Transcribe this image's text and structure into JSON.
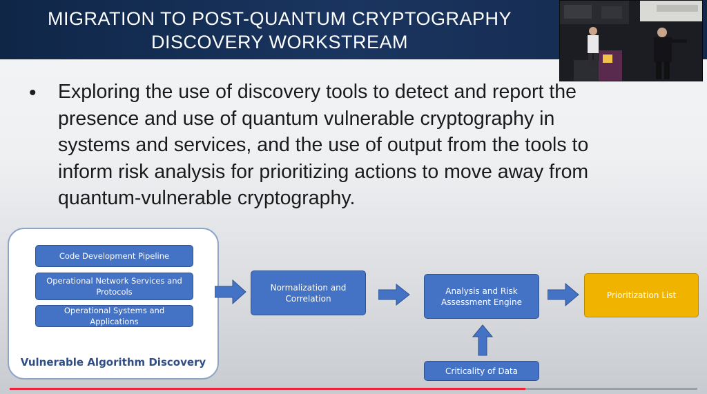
{
  "slide": {
    "title_line1": "MIGRATION TO POST-QUANTUM CRYPTOGRAPHY",
    "title_line2": "DISCOVERY WORKSTREAM",
    "bullet_symbol": "•",
    "bullet_lines": [
      "Exploring the use of discovery tools to detect and report the",
      "presence and use of quantum vulnerable cryptography in",
      "systems and services, and the use of output from the tools to",
      "inform risk analysis for prioritizing actions to move away from",
      "quantum-vulnerable cryptography."
    ]
  },
  "diagram": {
    "group_label": "Vulnerable Algorithm Discovery",
    "sources": [
      "Code Development Pipeline",
      "Operational Network Services and Protocols",
      "Operational Systems and Applications"
    ],
    "normalization": "Normalization and Correlation",
    "analysis": "Analysis and Risk Assessment Engine",
    "prioritization": "Prioritization List",
    "criticality": "Criticality of Data"
  },
  "colors": {
    "box_blue": "#4472c4",
    "box_yellow": "#f0b400",
    "header_navy": "#14284a",
    "progress_red": "#e8253c"
  },
  "player": {
    "progress_fraction": 0.75
  }
}
